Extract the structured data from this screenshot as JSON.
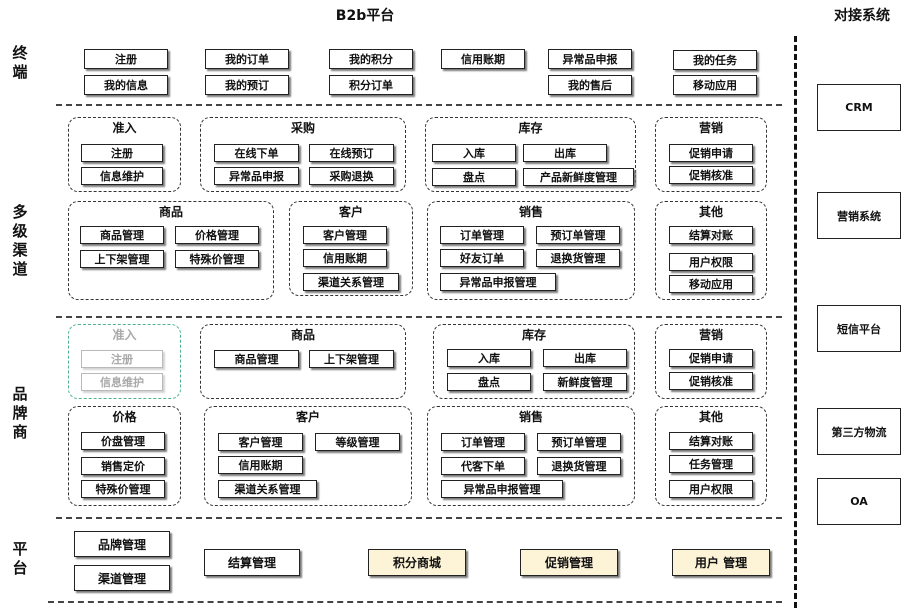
{
  "titles": {
    "platform": "B2b平台",
    "external": "对接系统"
  },
  "sections": {
    "terminal": "终端",
    "multichannel": "多级渠道",
    "brand": "品牌商",
    "platform": "平台"
  },
  "terminal_items": [
    "注册",
    "我的订单",
    "我的积分",
    "信用账期",
    "异常品申报",
    "我的任务",
    "我的信息",
    "我的预订",
    "积分订单",
    "我的售后",
    "移动应用"
  ],
  "channel": {
    "access": {
      "title": "准入",
      "items": [
        "注册",
        "信息维护"
      ]
    },
    "purchase": {
      "title": "采购",
      "items": [
        "在线下单",
        "在线预订",
        "异常品申报",
        "采购退换"
      ]
    },
    "inventory": {
      "title": "库存",
      "items": [
        "入库",
        "出库",
        "盘点",
        "产品新鲜度管理"
      ]
    },
    "marketing": {
      "title": "营销",
      "items": [
        "促销申请",
        "促销核准"
      ]
    },
    "goods": {
      "title": "商品",
      "items": [
        "商品管理",
        "价格管理",
        "上下架管理",
        "特殊价管理"
      ]
    },
    "customer": {
      "title": "客户",
      "items": [
        "客户管理",
        "信用账期",
        "渠道关系管理"
      ]
    },
    "sales": {
      "title": "销售",
      "items": [
        "订单管理",
        "预订单管理",
        "好友订单",
        "退换货管理",
        "异常品申报管理"
      ]
    },
    "other": {
      "title": "其他",
      "items": [
        "结算对账",
        "用户权限",
        "移动应用"
      ]
    }
  },
  "brand": {
    "access": {
      "title": "准入",
      "items": [
        "注册",
        "信息维护"
      ]
    },
    "goods": {
      "title": "商品",
      "items": [
        "商品管理",
        "上下架管理"
      ]
    },
    "inventory": {
      "title": "库存",
      "items": [
        "入库",
        "出库",
        "盘点",
        "新鲜度管理"
      ]
    },
    "marketing": {
      "title": "营销",
      "items": [
        "促销申请",
        "促销核准"
      ]
    },
    "price": {
      "title": "价格",
      "items": [
        "价盘管理",
        "销售定价",
        "特殊价管理"
      ]
    },
    "customer": {
      "title": "客户",
      "items": [
        "客户管理",
        "等级管理",
        "信用账期",
        "渠道关系管理"
      ]
    },
    "sales": {
      "title": "销售",
      "items": [
        "订单管理",
        "预订单管理",
        "代客下单",
        "退换货管理",
        "异常品申报管理"
      ]
    },
    "other": {
      "title": "其他",
      "items": [
        "结算对账",
        "任务管理",
        "用户权限"
      ]
    }
  },
  "platform_items": [
    "品牌管理",
    "渠道管理",
    "结算管理",
    "积分商城",
    "促销管理",
    "用户 管理"
  ],
  "external_systems": [
    "CRM",
    "营销系统",
    "短信平台",
    "第三方物流",
    "OA"
  ],
  "colors": {
    "highlight": "#fdf3d7",
    "faint_group_border": "#4fb38a"
  }
}
